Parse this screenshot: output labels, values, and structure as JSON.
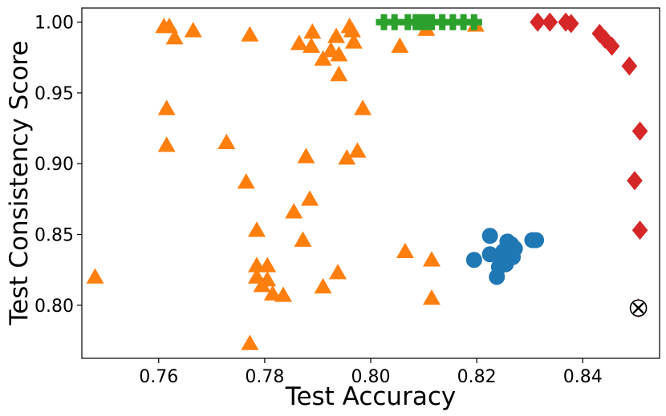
{
  "chart_data": {
    "type": "scatter",
    "xlabel": "Test Accuracy",
    "ylabel": "Test Consistency Score",
    "xlim": [
      0.7455,
      0.8545
    ],
    "ylim": [
      0.7625,
      1.01
    ],
    "xticks": [
      {
        "value": 0.76,
        "label": "0.76"
      },
      {
        "value": 0.78,
        "label": "0.78"
      },
      {
        "value": 0.8,
        "label": "0.80"
      },
      {
        "value": 0.82,
        "label": "0.82"
      },
      {
        "value": 0.84,
        "label": "0.84"
      }
    ],
    "yticks": [
      {
        "value": 0.8,
        "label": "0.80"
      },
      {
        "value": 0.85,
        "label": "0.85"
      },
      {
        "value": 0.9,
        "label": "0.90"
      },
      {
        "value": 0.95,
        "label": "0.95"
      },
      {
        "value": 1.0,
        "label": "1.00"
      }
    ],
    "grid": false,
    "legend": "none",
    "series": [
      {
        "marker": "triangle",
        "color": "#ff7f0e",
        "points": [
          [
            0.748,
            0.82
          ],
          [
            0.761,
            0.997
          ],
          [
            0.762,
            0.997
          ],
          [
            0.763,
            0.989
          ],
          [
            0.7665,
            0.994
          ],
          [
            0.7615,
            0.939
          ],
          [
            0.7615,
            0.913
          ],
          [
            0.7728,
            0.915
          ],
          [
            0.7765,
            0.887
          ],
          [
            0.7772,
            0.991
          ],
          [
            0.7785,
            0.853
          ],
          [
            0.7785,
            0.828
          ],
          [
            0.7785,
            0.82
          ],
          [
            0.7795,
            0.814
          ],
          [
            0.7805,
            0.828
          ],
          [
            0.7805,
            0.818
          ],
          [
            0.7815,
            0.808
          ],
          [
            0.7835,
            0.807
          ],
          [
            0.7855,
            0.866
          ],
          [
            0.7865,
            0.985
          ],
          [
            0.7872,
            0.846
          ],
          [
            0.7878,
            0.905
          ],
          [
            0.7885,
            0.875
          ],
          [
            0.7888,
            0.983
          ],
          [
            0.789,
            0.993
          ],
          [
            0.791,
            0.974
          ],
          [
            0.791,
            0.813
          ],
          [
            0.7925,
            0.98
          ],
          [
            0.7935,
            0.99
          ],
          [
            0.7938,
            0.823
          ],
          [
            0.794,
            0.977
          ],
          [
            0.794,
            0.963
          ],
          [
            0.7955,
            0.904
          ],
          [
            0.796,
            0.997
          ],
          [
            0.7965,
            0.994
          ],
          [
            0.7968,
            0.986
          ],
          [
            0.7975,
            0.909
          ],
          [
            0.7985,
            0.939
          ],
          [
            0.7772,
            0.773
          ],
          [
            0.8055,
            0.983
          ],
          [
            0.8065,
            0.838
          ],
          [
            0.8105,
            0.995
          ],
          [
            0.8115,
            0.832
          ],
          [
            0.8115,
            0.805
          ],
          [
            0.8198,
            0.998
          ]
        ]
      },
      {
        "marker": "plus",
        "color": "#2ca02c",
        "points": [
          [
            0.8025,
            1.0
          ],
          [
            0.8045,
            1.0
          ],
          [
            0.807,
            1.0
          ],
          [
            0.8085,
            1.0
          ],
          [
            0.8095,
            1.0
          ],
          [
            0.8105,
            1.0
          ],
          [
            0.8115,
            1.0
          ],
          [
            0.8135,
            1.0
          ],
          [
            0.8155,
            1.0
          ],
          [
            0.8175,
            1.0
          ],
          [
            0.8195,
            1.0
          ]
        ]
      },
      {
        "marker": "diamond",
        "color": "#d62728",
        "points": [
          [
            0.8315,
            1.0
          ],
          [
            0.8338,
            1.0
          ],
          [
            0.8368,
            1.0
          ],
          [
            0.8378,
            0.999
          ],
          [
            0.8432,
            0.992
          ],
          [
            0.8442,
            0.988
          ],
          [
            0.8455,
            0.983
          ],
          [
            0.8488,
            0.969
          ],
          [
            0.8508,
            0.923
          ],
          [
            0.8498,
            0.888
          ],
          [
            0.8508,
            0.853
          ],
          [
            0.8505,
            0.798
          ]
        ]
      },
      {
        "marker": "circle",
        "color": "#1f77b4",
        "points": [
          [
            0.8195,
            0.832
          ],
          [
            0.8225,
            0.849
          ],
          [
            0.8225,
            0.836
          ],
          [
            0.8238,
            0.82
          ],
          [
            0.8242,
            0.827
          ],
          [
            0.8245,
            0.834
          ],
          [
            0.825,
            0.838
          ],
          [
            0.8255,
            0.829
          ],
          [
            0.8258,
            0.845
          ],
          [
            0.826,
            0.836
          ],
          [
            0.8265,
            0.843
          ],
          [
            0.8268,
            0.834
          ],
          [
            0.8272,
            0.84
          ],
          [
            0.8305,
            0.846
          ],
          [
            0.8312,
            0.846
          ]
        ]
      },
      {
        "marker": "x-circle",
        "color": "#ffffff",
        "points": [
          [
            0.8505,
            0.798
          ]
        ]
      }
    ]
  }
}
